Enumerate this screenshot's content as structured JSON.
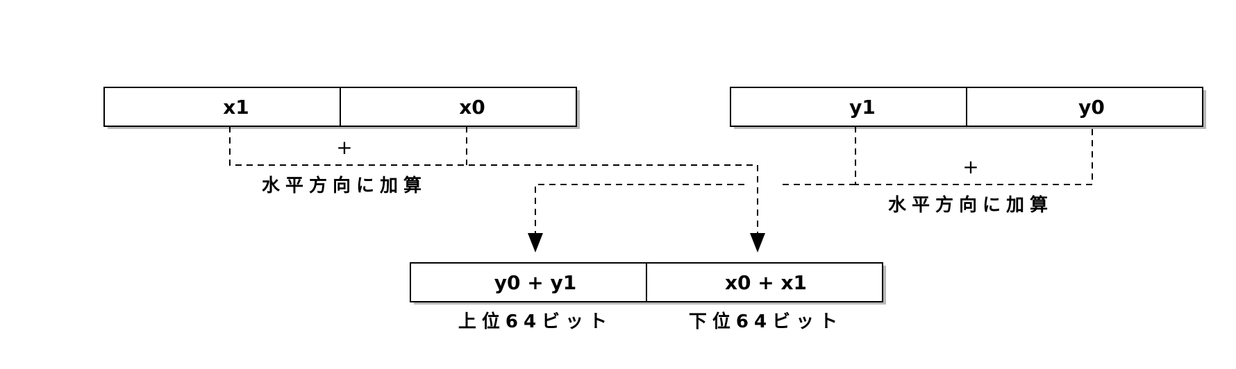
{
  "x_register": {
    "high_label": "x1",
    "low_label": "x0"
  },
  "y_register": {
    "high_label": "y1",
    "low_label": "y0"
  },
  "result_register": {
    "high_label": "y0 + y1",
    "low_label": "x0 + x1"
  },
  "x_operation": {
    "symbol": "+",
    "caption": "水平方向に加算"
  },
  "y_operation": {
    "symbol": "+",
    "caption": "水平方向に加算"
  },
  "result_captions": {
    "upper": "上位64ビット",
    "lower": "下位64ビット"
  },
  "colors": {
    "stroke": "#000000",
    "fill": "#ffffff",
    "shadow": "#b8b8b8"
  }
}
